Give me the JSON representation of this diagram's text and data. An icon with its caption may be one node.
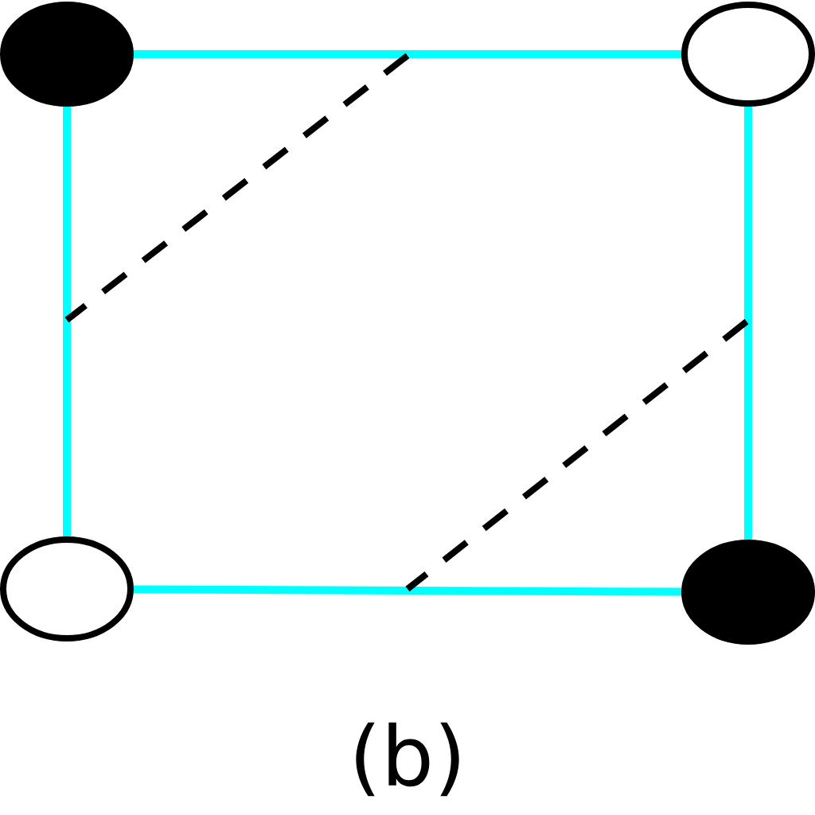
{
  "diagram": {
    "caption": "(b)",
    "nodes": [
      {
        "text": [],
        "shape": "ellipse"
      },
      {
        "text": [],
        "shape": "ellipse"
      },
      {
        "text": [],
        "shape": "ellipse"
      },
      {
        "text": [],
        "shape": "ellipse"
      }
    ],
    "edges": [
      {
        "from": 0,
        "to": 1,
        "arrow": "none"
      },
      {
        "from": 0,
        "to": 2,
        "arrow": "none"
      },
      {
        "from": 1,
        "to": 3,
        "arrow": "none"
      },
      {
        "from": 2,
        "to": 3,
        "arrow": "none"
      }
    ]
  }
}
